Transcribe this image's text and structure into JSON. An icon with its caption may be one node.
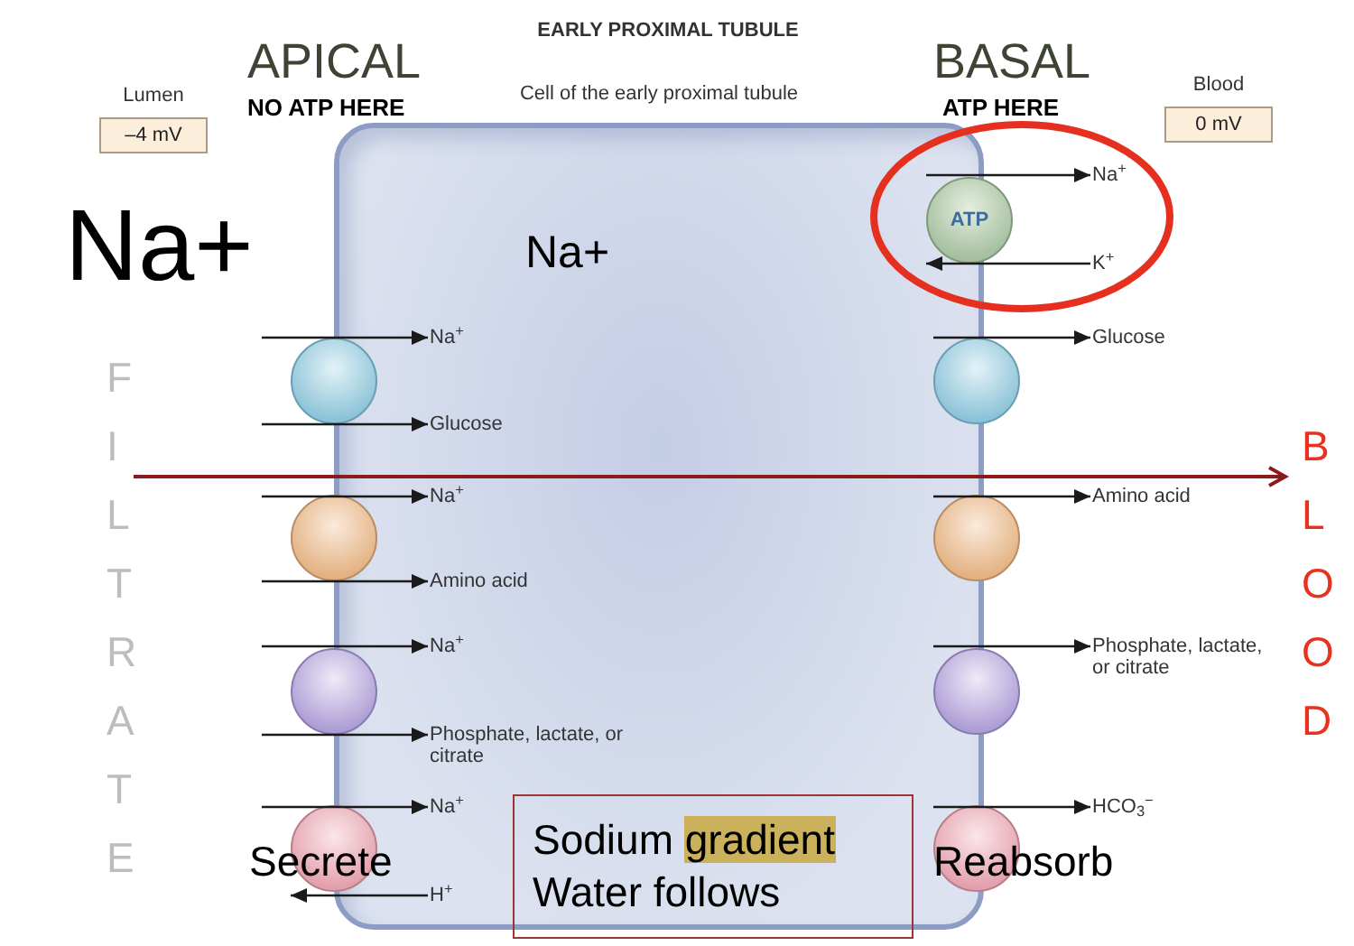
{
  "diagram": {
    "title": "EARLY PROXIMAL TUBULE",
    "nodes": [
      {
        "text": [
          "Lumen",
          "–4 mV"
        ]
      },
      {
        "text": [
          "Cell of the early proximal tubule"
        ]
      },
      {
        "text": [
          "Blood",
          "0 mV"
        ]
      },
      {
        "text": [
          "ATP"
        ]
      },
      {
        "text": [
          "Na$^{+}$"
        ]
      },
      {
        "text": [
          "K$^{+}$"
        ]
      },
      {
        "text": [
          "FILTRATE"
        ]
      },
      {
        "text": [
          "Na$^{+}$"
        ],
        "in": 1
      },
      {
        "text": [
          "Glucose"
        ]
      },
      {
        "text": [],
        "shape": "circle"
      },
      {
        "text": [],
        "shape": "circle"
      },
      {
        "text": [
          "Glucose"
        ],
        "in": 1
      },
      {
        "text": [
          "BLOOD"
        ]
      },
      {
        "text": [
          "Na$^{+}$"
        ],
        "in": 1
      },
      {
        "text": [
          "Amino acid"
        ]
      },
      {
        "text": [],
        "shape": "circle"
      },
      {
        "text": [],
        "shape": "circle"
      },
      {
        "text": [
          "Amino acid"
        ],
        "in": 1
      },
      {
        "text": [
          "Na$^{+}$"
        ],
        "in": 1
      },
      {
        "text": [
          "Phosphate, lactate, or citrate"
        ]
      },
      {
        "text": [],
        "shape": "circle"
      },
      {
        "text": [],
        "shape": "circle"
      },
      {
        "text": [
          "Phosphate, lactate, or citrate"
        ],
        "in": 1
      },
      {
        "text": [
          "Na$^{+}$"
        ],
        "in": 1
      },
      {
        "text": [
          "HCO$_{3}$$^{−}$"
        ]
      },
      {
        "text": [
          "Sodium **gradient**",
          "Water follows"
        ]
      },
      {
        "text": [],
        "shape": "circle"
      },
      {
        "text": [],
        "shape": "circle"
      },
      {
        "text": [
          "H$^{+}$"
        ],
        "in": 1
      }
    ],
    "edges": [
      {
        "from": 3,
        "to": 4,
        "arrow": "to"
      },
      {
        "from": 5,
        "to": 3,
        "arrow": "to"
      },
      {
        "from": 6,
        "to": 12,
        "arrow": "to",
        "color": "#8b1a1a"
      },
      {
        "from": null,
        "to": 7,
        "arrow": "to"
      },
      {
        "from": 10,
        "to": 8,
        "arrow": "to"
      },
      {
        "from": null,
        "to": 11,
        "arrow": "to"
      },
      {
        "from": null,
        "to": 13,
        "arrow": "to"
      },
      {
        "from": 16,
        "to": 14,
        "arrow": "to"
      },
      {
        "from": null,
        "to": 17,
        "arrow": "to"
      },
      {
        "from": null,
        "to": 18,
        "arrow": "to"
      },
      {
        "from": 21,
        "to": 19,
        "arrow": "to"
      },
      {
        "from": null,
        "to": 22,
        "arrow": "to"
      },
      {
        "from": null,
        "to": 23,
        "arrow": "to"
      },
      {
        "from": 27,
        "to": 24,
        "arrow": "to"
      },
      {
        "from": 28,
        "to": 26,
        "arrow": "to"
      }
    ],
    "labels": [
      "APICAL",
      "BASAL",
      "NO ATP HERE",
      "ATP HERE",
      "Na+",
      "Na+",
      "Secrete",
      "Reabsorb"
    ]
  }
}
